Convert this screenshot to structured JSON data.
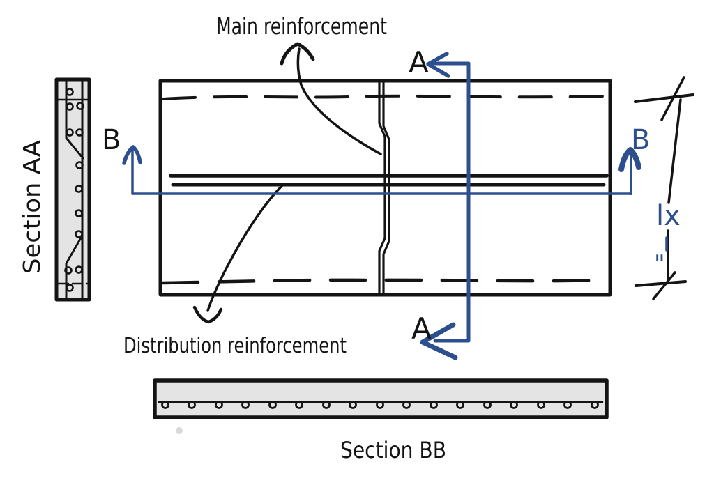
{
  "labels": {
    "main_reinforcement": "Main reinforcement",
    "distribution_reinforcement": "Distribution reinforcement",
    "section_aa": "Section AA",
    "section_bb": "Section BB",
    "dimension": "lx",
    "dimension_ditto": "\"",
    "cut_a_top": "A",
    "cut_a_bottom": "A",
    "cut_b_left": "B",
    "cut_b_right": "B"
  },
  "colors": {
    "ink": "#141414",
    "accent_blue": "#2d4f8e",
    "fill_gray": "#e4e4e4",
    "faint_dot": "#d9d9d9",
    "background": "#ffffff"
  }
}
